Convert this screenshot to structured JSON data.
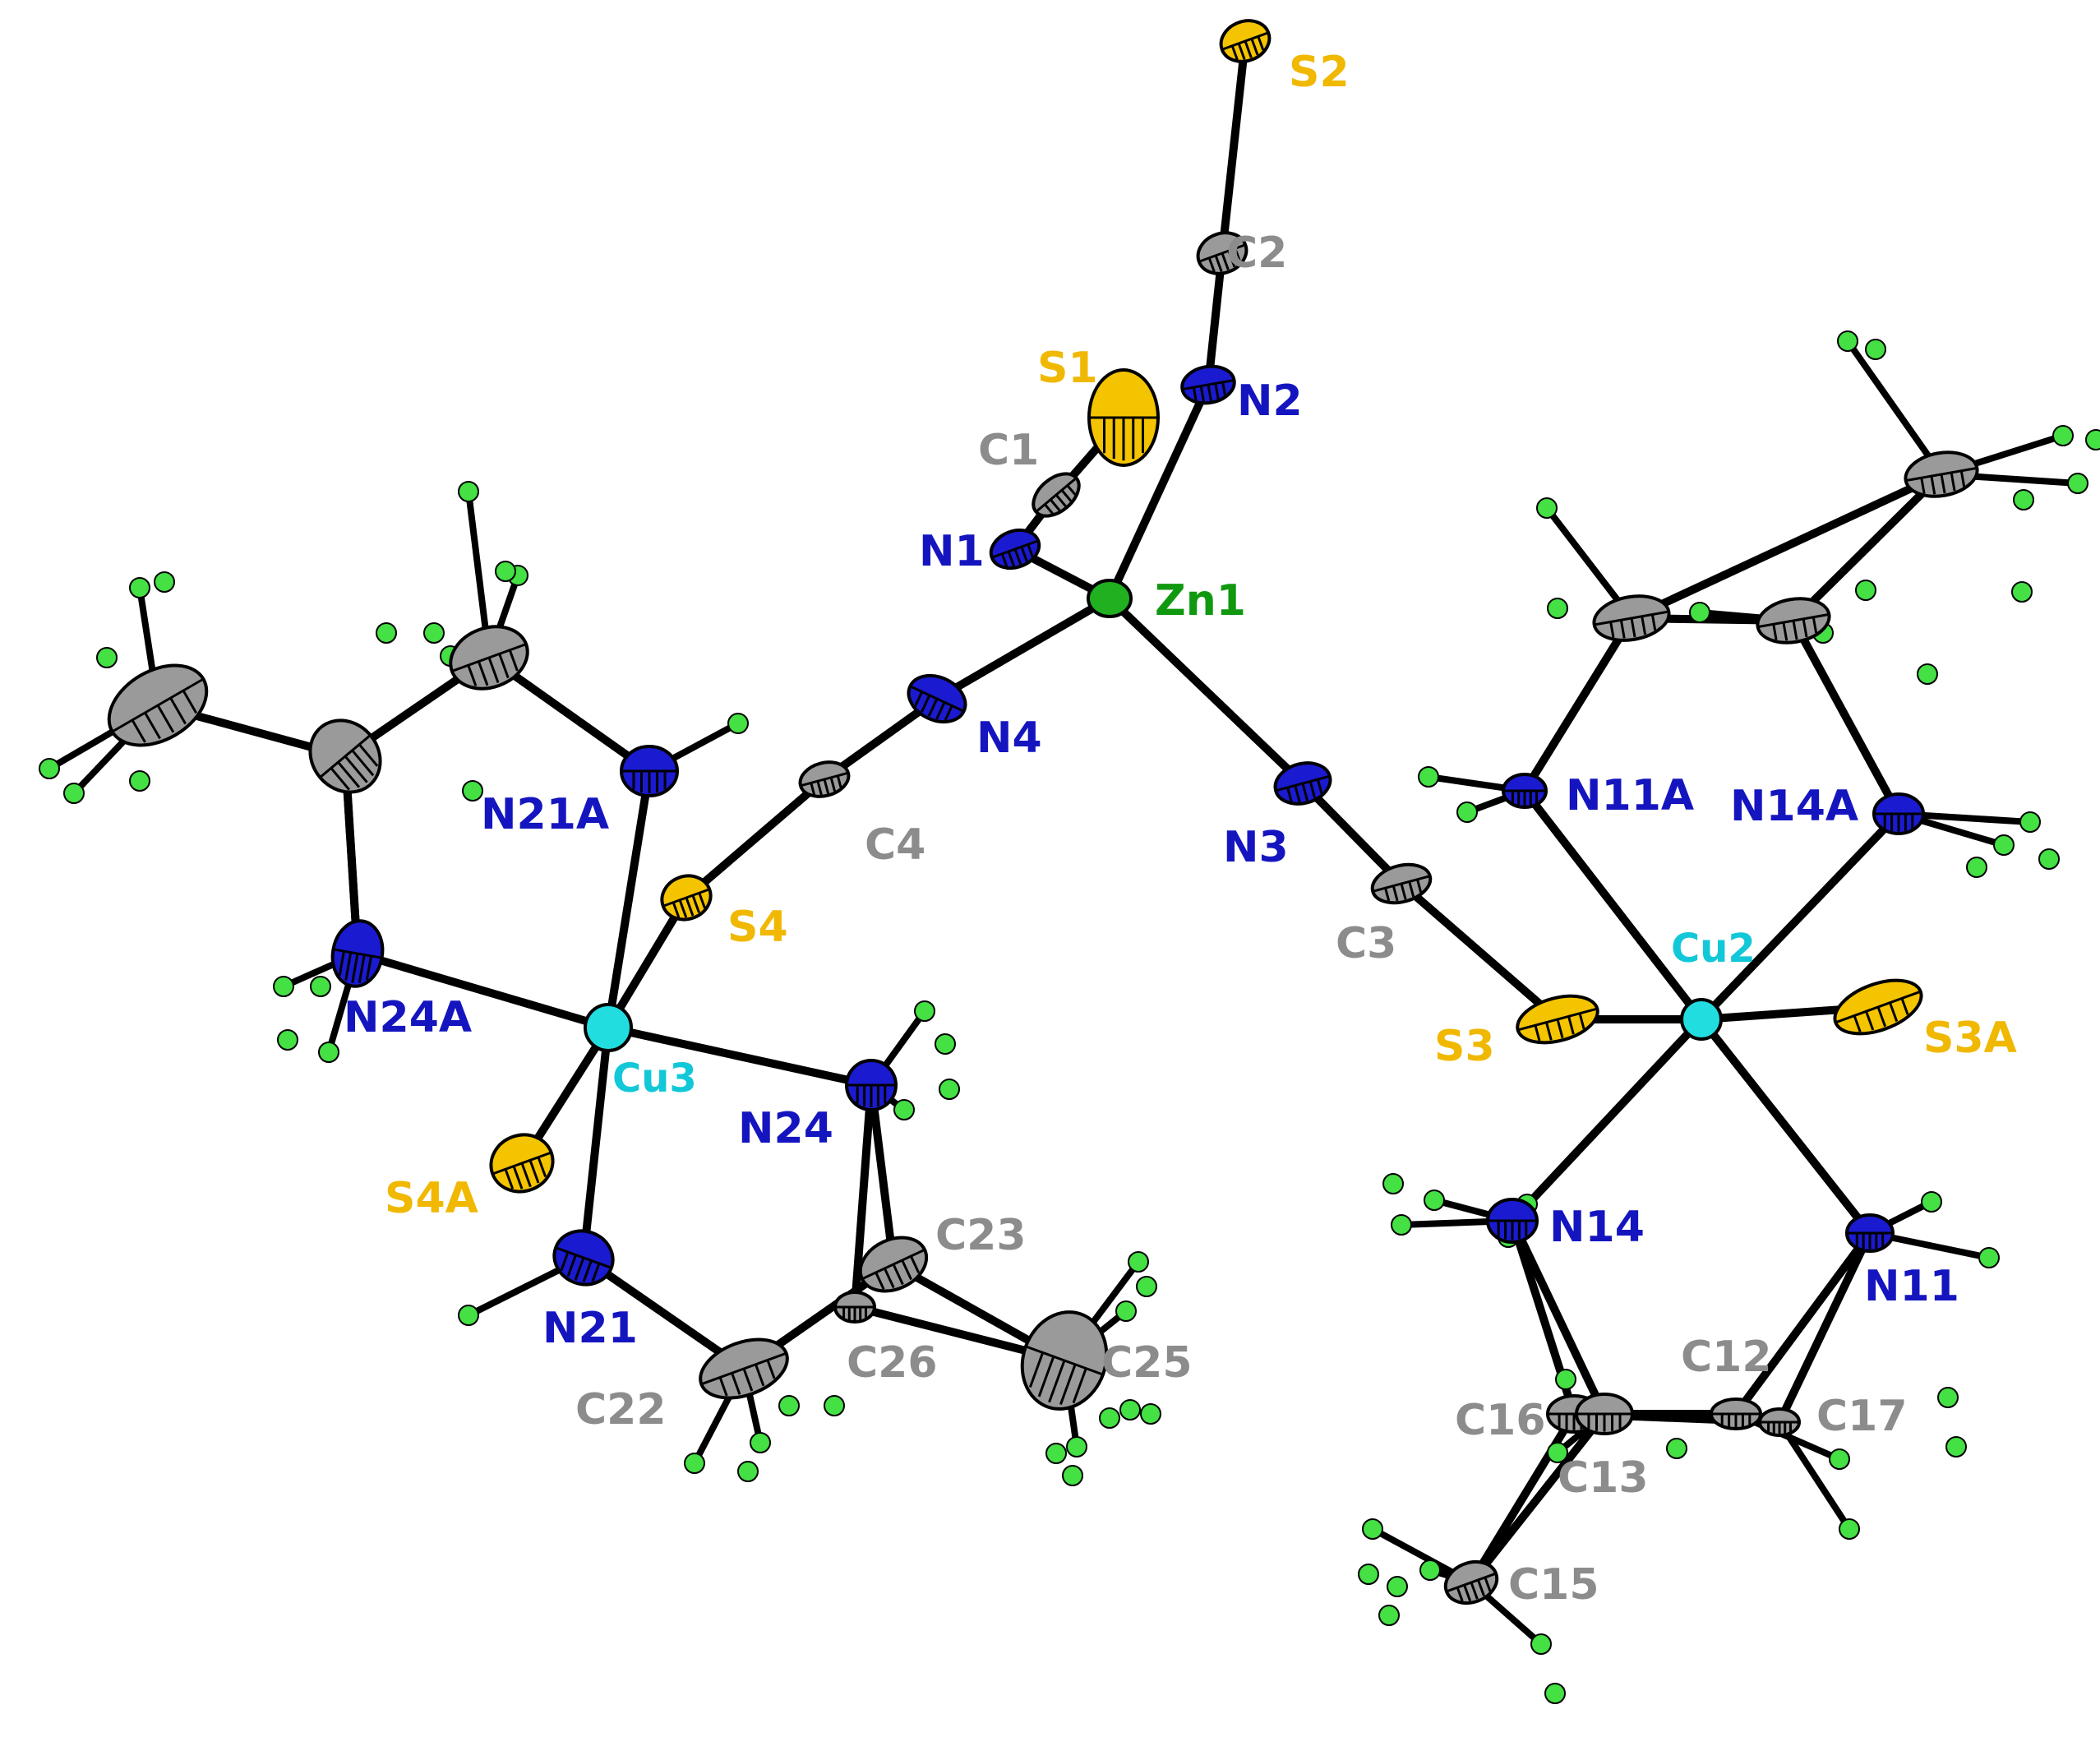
{
  "colors": {
    "bond": "#000000",
    "C": "#9a9a9a",
    "N": "#1a1ad0",
    "S": "#f5c400",
    "Zn": "#20b020",
    "Cu": "#22dde0",
    "H": "#44e044",
    "C_label": "#8c8c8c",
    "N_label": "#1515c0",
    "S_label": "#f0b800",
    "Zn_label": "#109810",
    "Cu_label": "#12c8d8"
  },
  "atoms": [
    {
      "label": "Zn1",
      "element": "Zn"
    },
    {
      "label": "N1",
      "element": "N"
    },
    {
      "label": "C1",
      "element": "C"
    },
    {
      "label": "S1",
      "element": "S"
    },
    {
      "label": "N2",
      "element": "N"
    },
    {
      "label": "C2",
      "element": "C"
    },
    {
      "label": "S2",
      "element": "S"
    },
    {
      "label": "N3",
      "element": "N"
    },
    {
      "label": "C3",
      "element": "C"
    },
    {
      "label": "S3",
      "element": "S"
    },
    {
      "label": "N4",
      "element": "N"
    },
    {
      "label": "C4",
      "element": "C"
    },
    {
      "label": "S4",
      "element": "S"
    },
    {
      "label": "Cu3",
      "element": "Cu"
    },
    {
      "label": "N21A",
      "element": "N"
    },
    {
      "label": "N24A",
      "element": "N"
    },
    {
      "label": "N24",
      "element": "N"
    },
    {
      "label": "N21",
      "element": "N"
    },
    {
      "label": "S4A",
      "element": "S"
    },
    {
      "label": "C22",
      "element": "C"
    },
    {
      "label": "C23",
      "element": "C"
    },
    {
      "label": "C26",
      "element": "C"
    },
    {
      "label": "C25",
      "element": "C"
    },
    {
      "label": "Cu2",
      "element": "Cu"
    },
    {
      "label": "S3A",
      "element": "S"
    },
    {
      "label": "N11A",
      "element": "N"
    },
    {
      "label": "N14A",
      "element": "N"
    },
    {
      "label": "N14",
      "element": "N"
    },
    {
      "label": "N11",
      "element": "N"
    },
    {
      "label": "C12",
      "element": "C"
    },
    {
      "label": "C16",
      "element": "C"
    },
    {
      "label": "C17",
      "element": "C"
    },
    {
      "label": "C13",
      "element": "C"
    },
    {
      "label": "C15",
      "element": "C"
    }
  ]
}
